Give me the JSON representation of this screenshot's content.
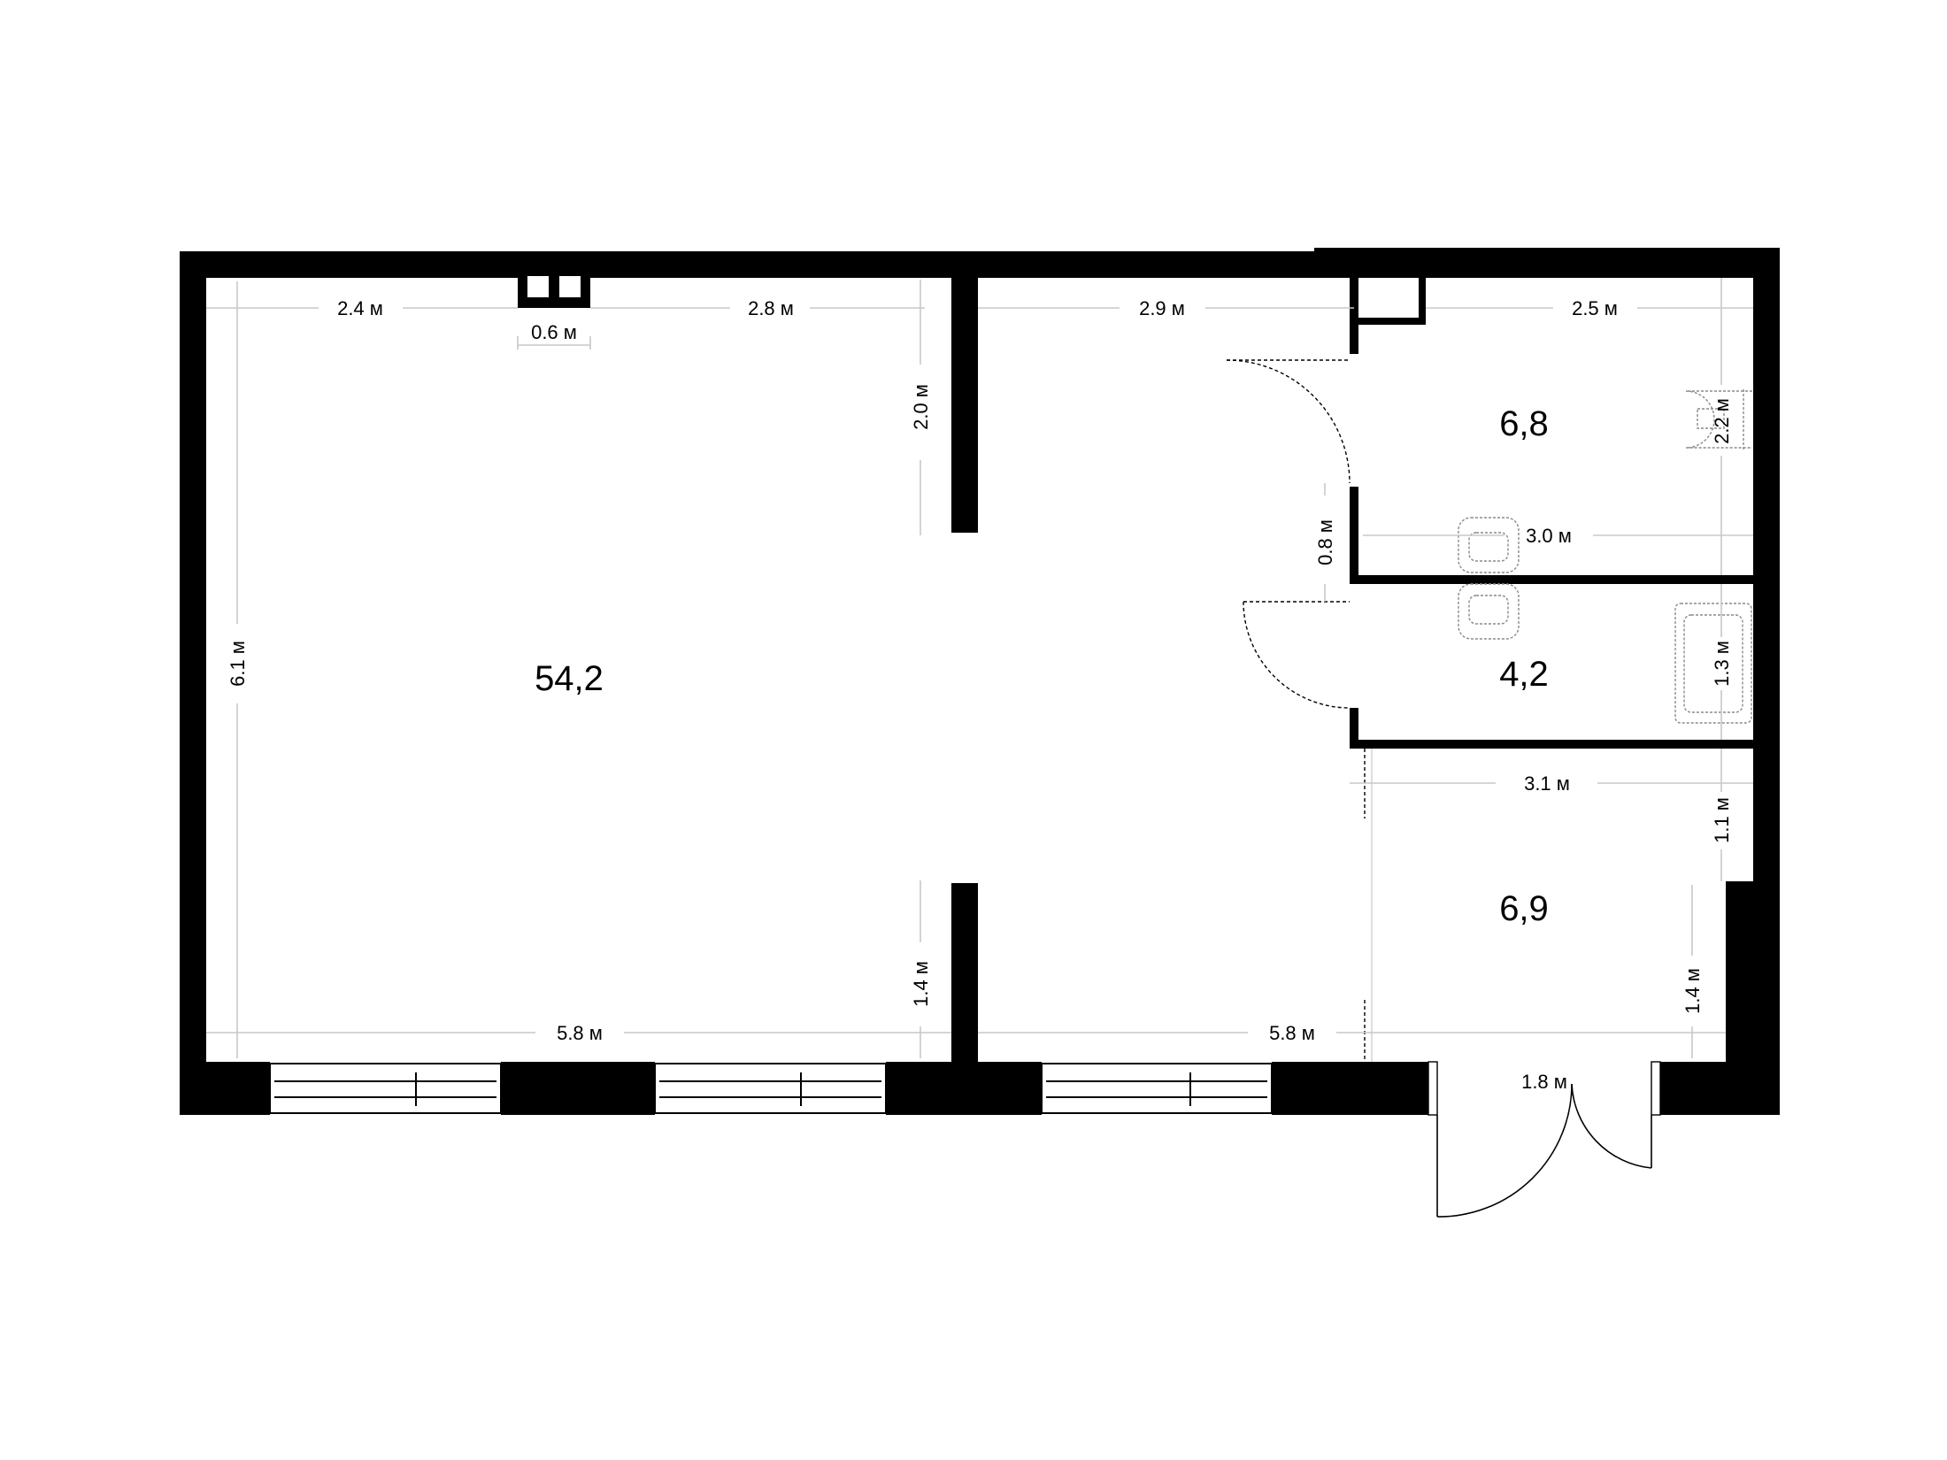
{
  "rooms": {
    "main_hall": {
      "area": "54,2"
    },
    "room_top_right": {
      "area": "6,8"
    },
    "room_middle_right": {
      "area": "4,2"
    },
    "room_bottom_right": {
      "area": "6,9"
    }
  },
  "dimensions": {
    "top_left_1": "2.4 м",
    "column_width": "0.6 м",
    "top_left_2": "2.8 м",
    "top_middle": "2.9 м",
    "top_right": "2.5 м",
    "left_height": "6.1 м",
    "partition_top": "2.0 м",
    "partition_bottom": "1.4 м",
    "bottom_left": "5.8 м",
    "bottom_middle": "5.8 м",
    "door_width": "0.8 м",
    "wc_width": "3.0 м",
    "wc_height": "2.2 м",
    "bath_height": "1.3 м",
    "store_width": "3.1 м",
    "store_upper": "1.1 м",
    "store_lower": "1.4 м",
    "entrance_width": "1.8 м"
  },
  "colors": {
    "walls": "#000000",
    "dimension_lines": "#c8c8c8"
  }
}
